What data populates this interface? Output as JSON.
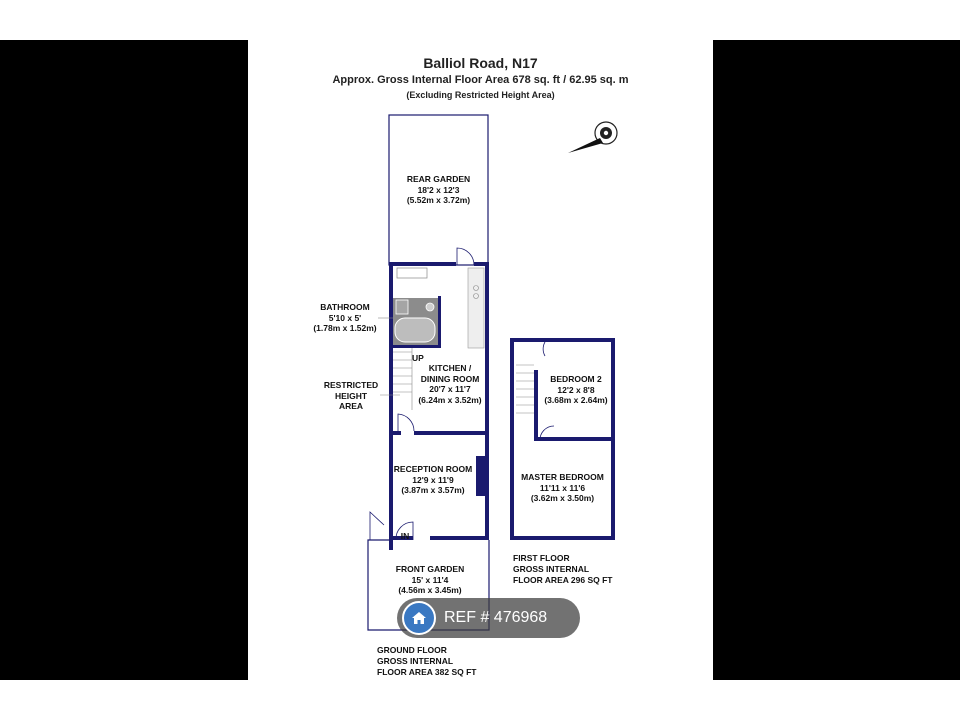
{
  "header": {
    "title": "Balliol Road, N17",
    "subtitle": "Approx. Gross Internal Floor Area 678 sq. ft / 62.95 sq. m",
    "note": "(Excluding Restricted Height Area)"
  },
  "rooms": {
    "rear_garden": {
      "name": "REAR GARDEN",
      "imperial": "18'2 x 12'3",
      "metric": "(5.52m x 3.72m)"
    },
    "bathroom": {
      "name": "BATHROOM",
      "imperial": "5'10 x 5'",
      "metric": "(1.78m x 1.52m)"
    },
    "kitchen": {
      "name_1": "KITCHEN /",
      "name_2": "DINING ROOM",
      "imperial": "20'7 x 11'7",
      "metric": "(6.24m x 3.52m)"
    },
    "restricted": {
      "line_1": "RESTRICTED",
      "line_2": "HEIGHT",
      "line_3": "AREA"
    },
    "reception": {
      "name": "RECEPTION ROOM",
      "imperial": "12'9 x 11'9",
      "metric": "(3.87m x 3.57m)"
    },
    "front_garden": {
      "name": "FRONT GARDEN",
      "imperial": "15' x 11'4",
      "metric": "(4.56m x 3.45m)"
    },
    "bedroom2": {
      "name": "BEDROOM 2",
      "imperial": "12'2 x 8'8",
      "metric": "(3.68m x 2.64m)"
    },
    "master": {
      "name": "MASTER BEDROOM",
      "imperial": "11'11 x 11'6",
      "metric": "(3.62m x 3.50m)"
    }
  },
  "markers": {
    "up": "UP",
    "in": "IN"
  },
  "floors": {
    "ground": {
      "line_1": "GROUND FLOOR",
      "line_2": "GROSS INTERNAL",
      "line_3": "FLOOR AREA 382 SQ FT"
    },
    "first": {
      "line_1": "FIRST FLOOR",
      "line_2": "GROSS INTERNAL",
      "line_3": "FLOOR AREA 296 SQ FT"
    }
  },
  "watermark": {
    "text": "REF # 476968",
    "icon": "home-icon"
  },
  "colors": {
    "wall": "#1a1a6e",
    "fixture": "#888888",
    "watermark_bg": "#3c3c3c",
    "watermark_icon": "#3a78c2"
  }
}
